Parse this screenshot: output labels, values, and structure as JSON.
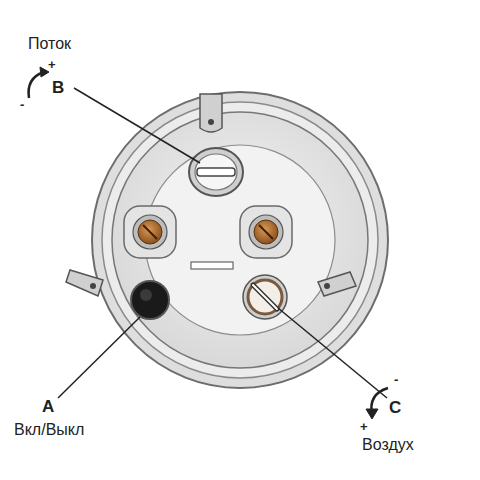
{
  "diagram": {
    "labels": [
      "Поток",
      "B",
      "+",
      "-",
      "A",
      "Вкл/Выкл",
      "C",
      "-",
      "+",
      "Воздух"
    ]
  }
}
